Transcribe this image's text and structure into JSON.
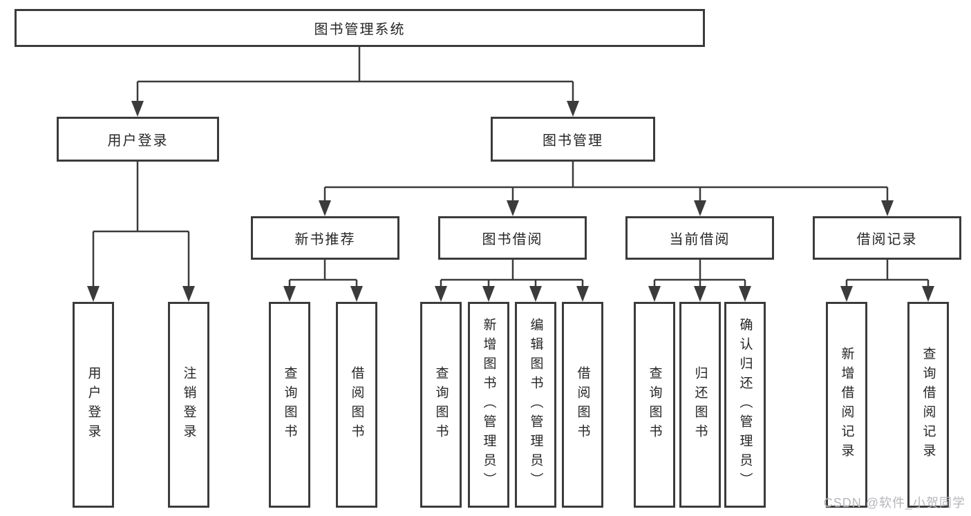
{
  "diagram": {
    "root": {
      "label": "图书管理系统"
    },
    "branches": [
      {
        "label": "用户登录",
        "children": [
          {
            "label": "用户登录"
          },
          {
            "label": "注销登录"
          }
        ]
      },
      {
        "label": "图书管理",
        "sections": [
          {
            "label": "新书推荐",
            "children": [
              {
                "label": "查询图书"
              },
              {
                "label": "借阅图书"
              }
            ]
          },
          {
            "label": "图书借阅",
            "children": [
              {
                "label": "查询图书"
              },
              {
                "label": "新增图书（管理员）"
              },
              {
                "label": "编辑图书（管理员）"
              },
              {
                "label": "借阅图书"
              }
            ]
          },
          {
            "label": "当前借阅",
            "children": [
              {
                "label": "查询图书"
              },
              {
                "label": "归还图书"
              },
              {
                "label": "确认归还（管理员）"
              }
            ]
          },
          {
            "label": "借阅记录",
            "children": [
              {
                "label": "新增借阅记录"
              },
              {
                "label": "查询借阅记录"
              }
            ]
          }
        ]
      }
    ],
    "watermark": "CSDN @软件_小贺同学",
    "colors": {
      "line": "#3b3b3b",
      "box_fill": "#ffffff",
      "text": "#262626",
      "watermark": "#b5b5bc",
      "background": "#ffffff"
    }
  }
}
